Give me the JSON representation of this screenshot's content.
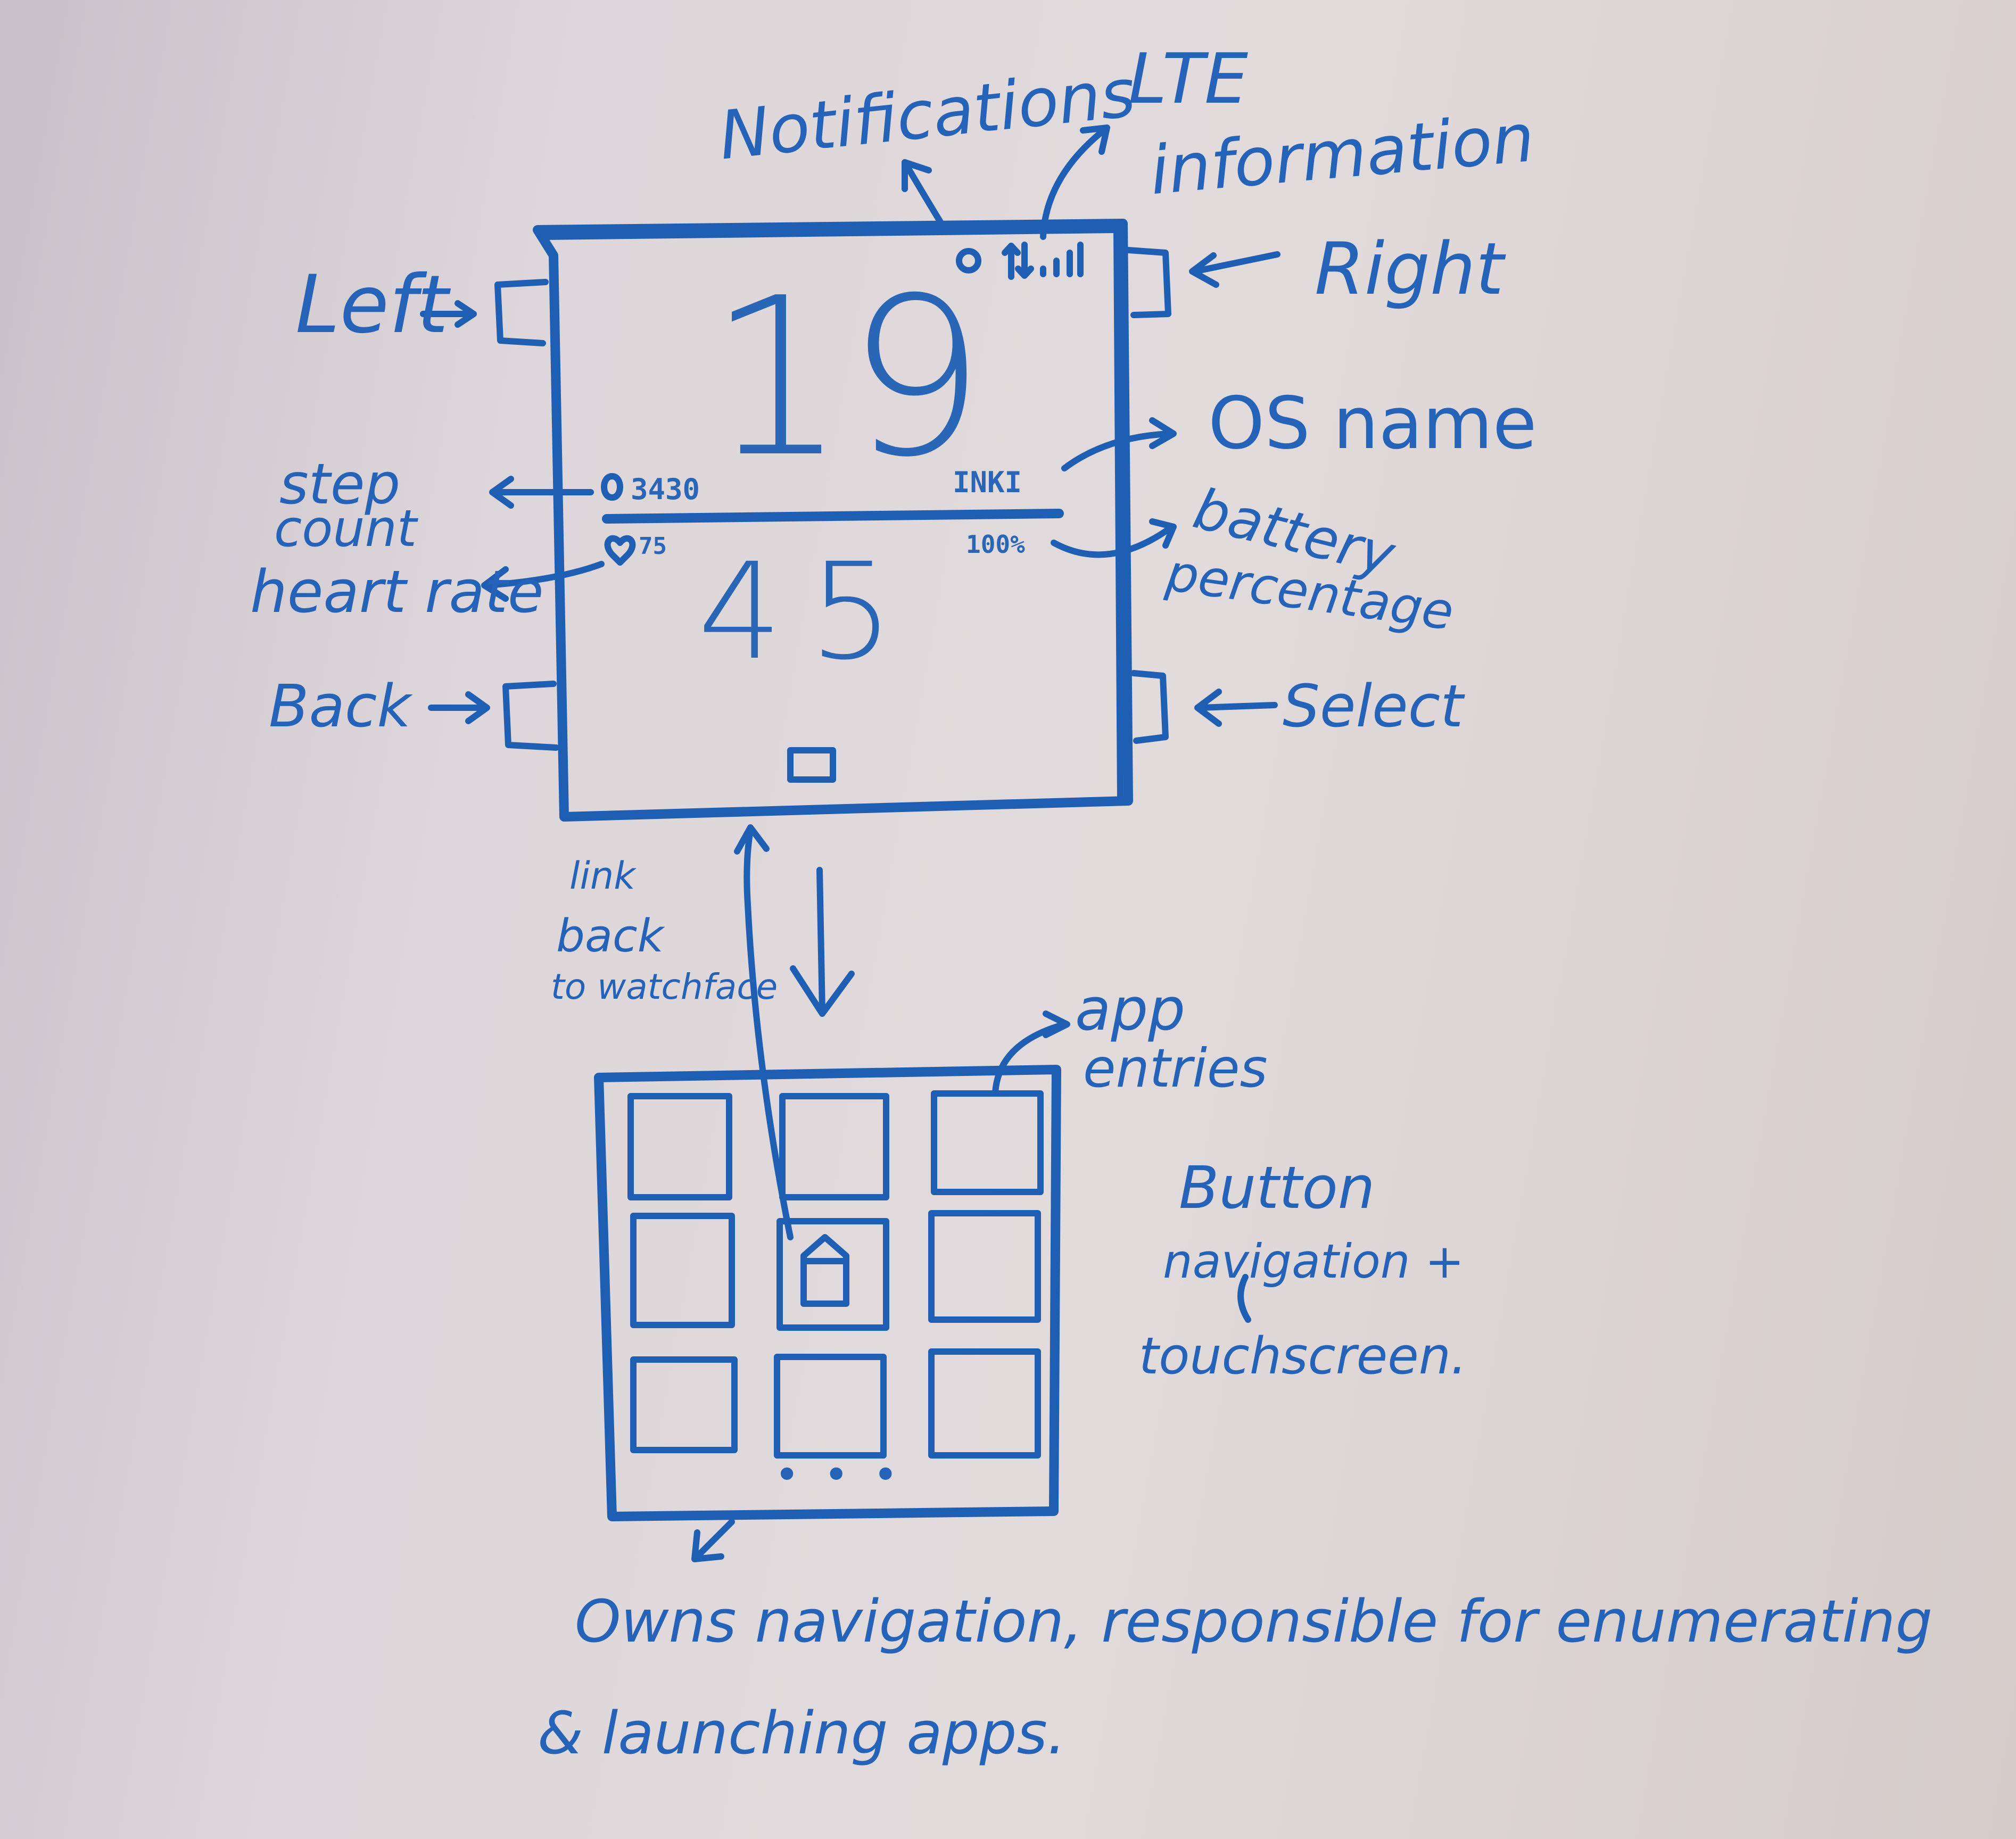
{
  "watchface": {
    "hour": "19",
    "minute": "45",
    "steps": "3430",
    "heart_rate": "75",
    "os_name": "INKI",
    "battery": "100%"
  },
  "annotations": {
    "notifications": "Notifications",
    "lte_line1": "LTE",
    "lte_line2": "information",
    "left": "Left",
    "right": "Right",
    "os_name": "OS name",
    "step_count_1": "step",
    "step_count_2": "count",
    "heart_rate": "heart rate",
    "battery_1": "battery",
    "battery_2": "percentage",
    "back": "Back",
    "select": "Select",
    "link_back_1": "link",
    "link_back_2": "back",
    "link_back_3": "to watchface",
    "app_entries_1": "app",
    "app_entries_2": "entries",
    "nav_1": "Button",
    "nav_2": "navigation +",
    "nav_3": "touchscreen.",
    "footer_1": "Owns navigation, responsible for enumerating",
    "footer_2": "& launching apps."
  },
  "launcher": {
    "pager": "• • •"
  },
  "colors": {
    "ink": "#1f5fb3",
    "board": "#ddd6da"
  }
}
